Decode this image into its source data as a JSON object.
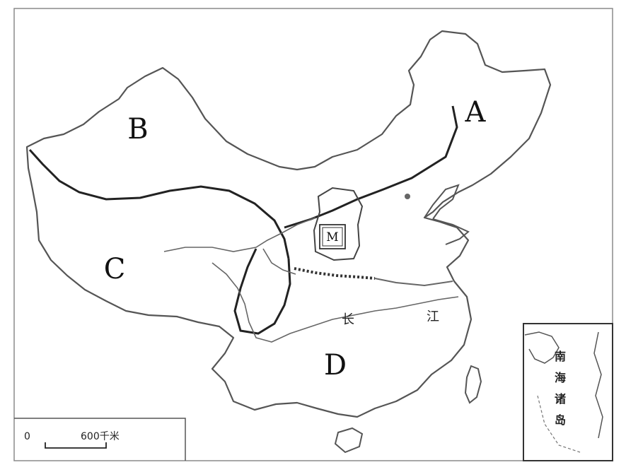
{
  "map": {
    "regions": [
      {
        "id": "A",
        "label": "A"
      },
      {
        "id": "B",
        "label": "B"
      },
      {
        "id": "C",
        "label": "C"
      },
      {
        "id": "D",
        "label": "D"
      }
    ],
    "marker": {
      "label": "M"
    },
    "river": {
      "char1": "长",
      "char2": "江"
    },
    "scale": {
      "start": "0",
      "end": "600千米"
    },
    "inset": {
      "chars": [
        "南",
        "海",
        "诸",
        "岛"
      ]
    }
  }
}
